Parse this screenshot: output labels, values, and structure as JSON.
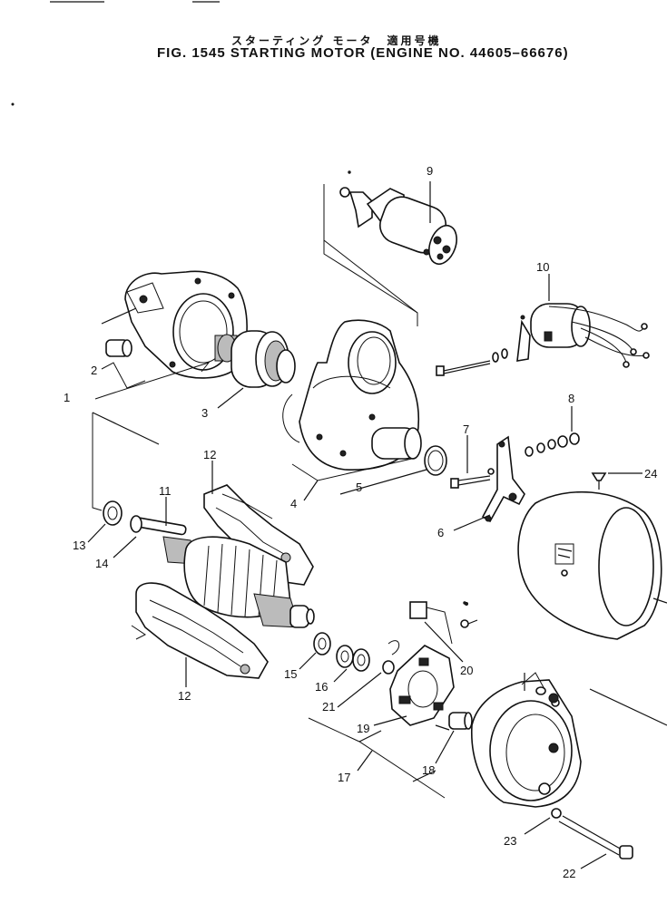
{
  "header": {
    "jp_title": "スターティング モータ　適用号機",
    "title": "FIG. 1545  STARTING MOTOR (ENGINE NO. 44605–66676)"
  },
  "callouts": {
    "c1": "1",
    "c2": "2",
    "c3": "3",
    "c4": "4",
    "c5": "5",
    "c6": "6",
    "c7": "7",
    "c8": "8",
    "c9": "9",
    "c10": "10",
    "c11": "11",
    "c12a": "12",
    "c12b": "12",
    "c13": "13",
    "c14": "14",
    "c15": "15",
    "c16": "16",
    "c17": "17",
    "c18": "18",
    "c19": "19",
    "c20": "20",
    "c21": "21",
    "c22": "22",
    "c23": "23",
    "c24": "24"
  }
}
